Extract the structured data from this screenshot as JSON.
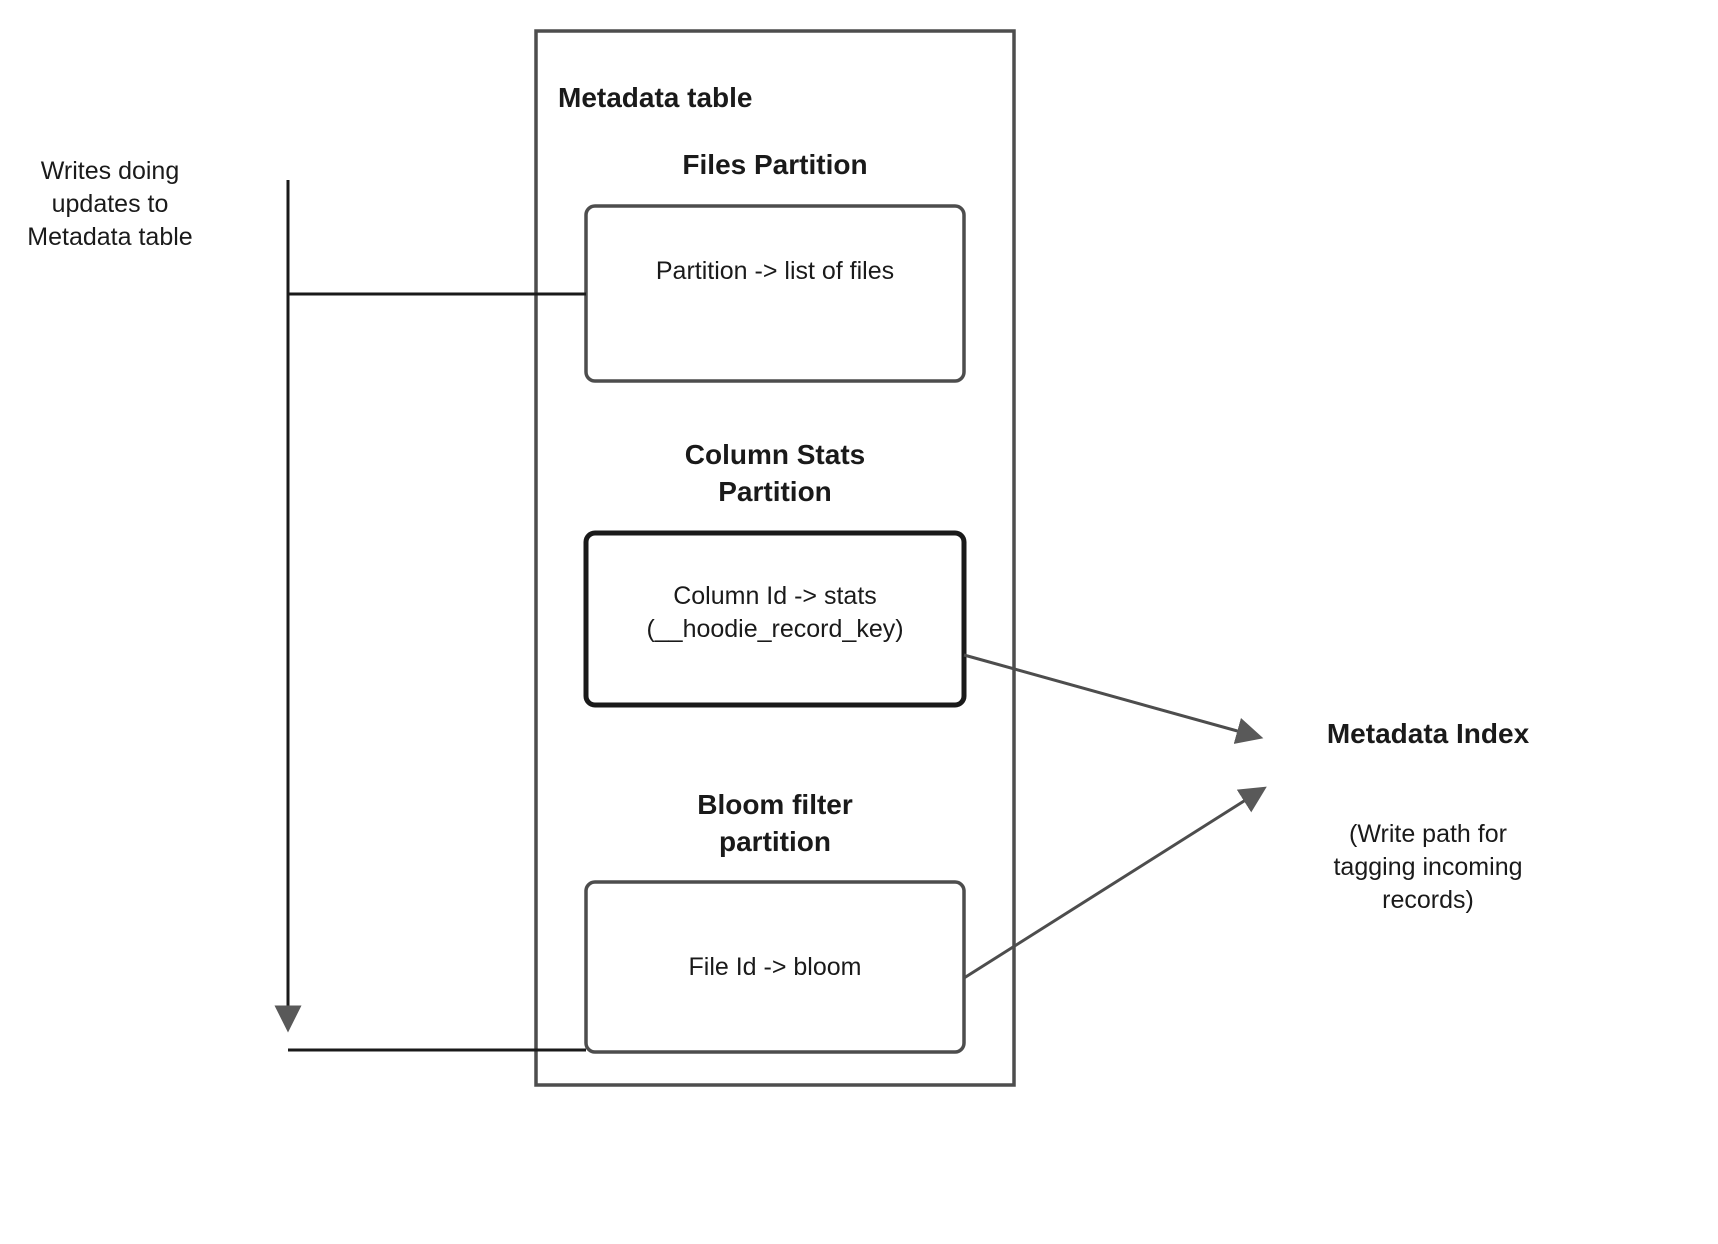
{
  "diagram": {
    "title_text": "Metadata table",
    "colors": {
      "stroke": "#4d4d4d",
      "stroke_dark": "#1a1a1a",
      "arrowhead": "#595959",
      "background": "#ffffff",
      "text": "#1a1a1a"
    },
    "left_annotation": {
      "label": "Writes doing\nupdates to\nMetadata table"
    },
    "metadata_table": {
      "title": "Metadata table",
      "partitions": [
        {
          "id": "files",
          "title": "Files Partition",
          "box_text": "Partition -> list of files"
        },
        {
          "id": "column-stats",
          "title": "Column Stats\nPartition",
          "box_text": "Column Id  -> stats\n(__hoodie_record_key)"
        },
        {
          "id": "bloom-filter",
          "title": "Bloom filter\npartition",
          "box_text": "File Id -> bloom"
        }
      ]
    },
    "metadata_index": {
      "title": "Metadata Index",
      "caption": "(Write path for\ntagging incoming\nrecords)"
    }
  }
}
